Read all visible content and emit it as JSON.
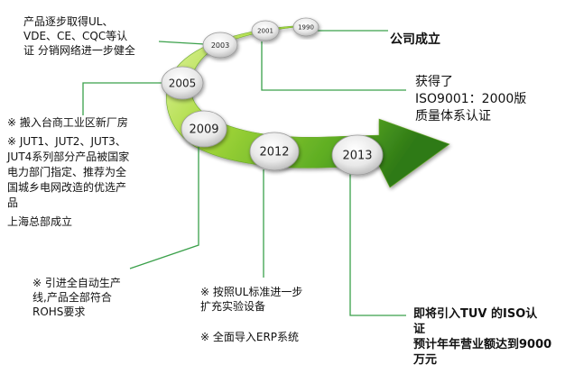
{
  "milestones": [
    {
      "year": "1990",
      "text": [
        "公司成立"
      ]
    },
    {
      "year": "2001",
      "text": [
        "获得了",
        "ISO9001：2000版",
        "质量体系认证"
      ]
    },
    {
      "year": "2003",
      "text": [
        "产品逐步取得UL、",
        "VDE、CE、CQC等认",
        "证  分销网络进一步健全"
      ]
    },
    {
      "year": "2005",
      "text": [
        "※ 搬入台商工业区新厂房",
        "※ JUT1、JUT2、JUT3、",
        "JUT4系列部分产品被国家",
        "电力部门指定、推荐为全",
        "国城乡电网改造的优选产",
        "品",
        "上海总部成立"
      ]
    },
    {
      "year": "2009",
      "text": [
        "※ 引进全自动生产",
        "线,产品全部符合",
        "ROHS要求"
      ]
    },
    {
      "year": "2012",
      "text": [
        "※ 按照UL标准进一步",
        "扩充实验设备",
        "※ 全面导入ERP系统"
      ]
    },
    {
      "year": "2013",
      "text": [
        "即将引入TUV 的ISO认",
        "证",
        "预计年年营业额达到9000",
        "万元"
      ]
    }
  ],
  "colors": {
    "arrow_light": "#d6ef8a",
    "arrow_mid": "#8fcc2a",
    "arrow_dark": "#3e8a1c",
    "connector": "#3aa04a",
    "bubble_fill": "#eeeeee",
    "bubble_edge": "#9a9a9a"
  }
}
